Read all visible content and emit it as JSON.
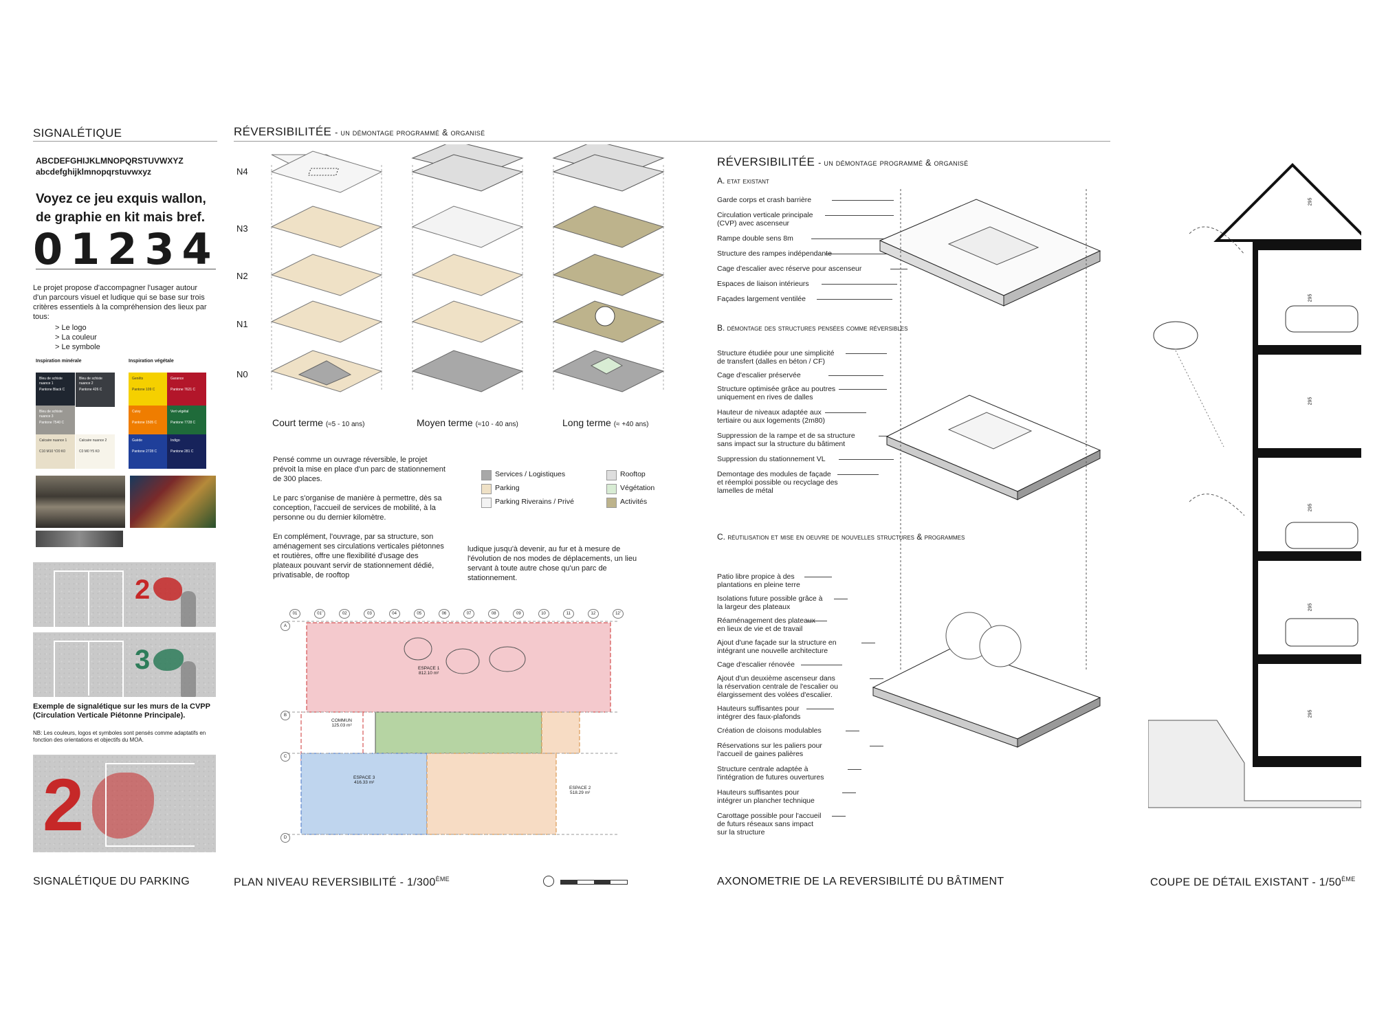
{
  "colors": {
    "services": "#a8a8a8",
    "parking": "#efe1c6",
    "riverains": "#f3f3f3",
    "rooftop": "#dedede",
    "vegetation": "#d8ecd4",
    "activites": "#bdb38c",
    "espace1": "#f4c9cd",
    "espace2": "#f7dcc4",
    "espace3": "#bfd5ee",
    "patio": "#b6d4a3",
    "sign_red": "#c62828",
    "sign_green": "#2e7d5a"
  },
  "signaletique": {
    "title": "SIGNALÉTIQUE",
    "alphabet_upper": "ABCDEFGHIJKLMNOPQRSTUVWXYZ",
    "alphabet_lower": "abcdefghijklmnopqrstuvwxyz",
    "pangram_line1": "Voyez ce jeu exquis wallon,",
    "pangram_line2": "de graphie en kit mais bref.",
    "digits": "01234",
    "intro": "Le projet propose d'accompagner l'usager autour d'un parcours visuel et ludique qui se base sur trois critères essentiels à la compréhension des lieux par tous:",
    "criteria": [
      "> Le logo",
      "> La couleur",
      "> Le symbole"
    ],
    "inspiration_mineral": "Inspiration minérale",
    "inspiration_vegetal": "Inspiration végétale",
    "swatches_mineral": [
      {
        "name": "Bleu de schiste nuance 1",
        "code": "Pantone Black C",
        "color": "#1f2630"
      },
      {
        "name": "Bleu de schiste nuance 2",
        "code": "Pantone 426 C",
        "color": "#3a3d42"
      },
      {
        "name": "Bleu de schiste nuance 3",
        "code": "Pantone 7540 C",
        "color": "#9a9893"
      },
      {
        "name": "Calcaire nuance 1",
        "code": "C10 M10 Y20 K0",
        "color": "#e8dfc9"
      },
      {
        "name": "Calcaire nuance 2",
        "code": "C0 M0 Y5 K0",
        "color": "#f7f4ea"
      }
    ],
    "swatches_vegetal": [
      {
        "name": "Genêts",
        "code": "Pantone 109 C",
        "color": "#f5d000"
      },
      {
        "name": "Garance",
        "code": "Pantone 7621 C",
        "color": "#b3162a"
      },
      {
        "name": "Cuivy",
        "code": "Pantone 1505 C",
        "color": "#ef7d00"
      },
      {
        "name": "Vert végétal",
        "code": "Pantone 7728 C",
        "color": "#1f6b3a"
      },
      {
        "name": "Guède",
        "code": "Pantone 2728 C",
        "color": "#1f3f9a"
      },
      {
        "name": "Indigo",
        "code": "Pantone 281 C",
        "color": "#17235b"
      }
    ],
    "sign_digit_2": "2",
    "sign_digit_3": "3",
    "example_caption": "Exemple de signalétique sur les murs de la CVPP (Circulation Verticale Piétonne Principale).",
    "nb_note": "NB: Les couleurs, logos et symboles sont pensés comme adaptatifs en fonction des orientations et objectifs du MOA.",
    "big_digit": "2",
    "bottom_title": "SIGNALÉTIQUE DU PARKING"
  },
  "reversibilite_left": {
    "title": "RÉVERSIBILITÉE",
    "subtitle": "- un démontage programmé & organisé",
    "levels": [
      "N4",
      "N3",
      "N2",
      "N1",
      "N0"
    ],
    "stages": [
      {
        "name": "Court terme",
        "range": "(≈5 - 10 ans)"
      },
      {
        "name": "Moyen terme",
        "range": "(≈10 - 40 ans)"
      },
      {
        "name": "Long terme",
        "range": "(≈ +40 ans)"
      }
    ],
    "para1": "Pensé comme un ouvrage réversible, le projet prévoit la mise en place d'un parc de stationnement de 300 places.",
    "para2": "Le parc s'organise de manière à permettre, dès sa conception, l'accueil de services de mobilité, à la personne ou du dernier kilomètre.",
    "para3": "En complément, l'ouvrage, par sa structure, son aménagement ses circulations verticales piétonnes et routières, offre une flexibilité d'usage des plateaux pouvant servir de stationnement dédié, privatisable, de rooftop",
    "para4": "ludique jusqu'à devenir, au fur et à mesure de l'évolution de nos modes de déplacements, un lieu servant à toute autre chose qu'un parc de stationnement.",
    "legend": [
      {
        "label": "Services / Logistiques",
        "key": "services"
      },
      {
        "label": "Parking",
        "key": "parking"
      },
      {
        "label": "Parking Riverains / Privé",
        "key": "riverains"
      },
      {
        "label": "Rooftop",
        "key": "rooftop"
      },
      {
        "label": "Végétation",
        "key": "vegetation"
      },
      {
        "label": "Activités",
        "key": "activites"
      }
    ],
    "plan_cols": [
      "01",
      "01'",
      "02",
      "03",
      "04",
      "05",
      "06",
      "07",
      "08",
      "09",
      "10",
      "11",
      "12",
      "12'"
    ],
    "plan_rows": [
      "A",
      "B",
      "C",
      "D"
    ],
    "spaces": [
      {
        "name": "ESPACE 1",
        "area": "812.10 m²"
      },
      {
        "name": "ESPACE 2",
        "area": "518.29 m²"
      },
      {
        "name": "ESPACE 3",
        "area": "416.33 m²"
      },
      {
        "name": "COMMUN",
        "area": "125.03 m²"
      }
    ],
    "bottom_title": "PLAN NIVEAU REVERSIBILITÉ - 1/300",
    "bottom_title_sup": "ÈME"
  },
  "axonometrie": {
    "title": "RÉVERSIBILITÉE",
    "subtitle": "- un démontage programmé & organisé",
    "section_a": "A. etat existant",
    "labels_a": [
      "Garde corps et crash barrière",
      "Circulation verticale principale",
      "(CVP) avec ascenseur",
      "Rampe double sens 8m",
      "Structure des rampes indépendante",
      "Cage d'escalier avec réserve pour ascenseur",
      "Espaces de liaison intérieurs",
      "Façades largement ventilée"
    ],
    "section_b": "B. démontage des structures pensées comme réversibles",
    "labels_b": [
      "Structure étudiée pour une simplicité",
      "de transfert (dalles en béton / CF)",
      "Cage d'escalier préservée",
      "Structure optimisée grâce au poutres",
      "uniquement en rives de dalles",
      "Hauteur de niveaux adaptée aux",
      "tertiaire ou aux logements (2m80)",
      "Suppression de la rampe et de sa structure",
      "sans impact sur la structure du bâtiment",
      "Suppression du stationnement VL",
      "Demontage des modules de façade",
      "et réemploi possible ou recyclage des",
      "lamelles de métal"
    ],
    "section_c": "C. réutilisation et mise en oeuvre de nouvelles structures & programmes",
    "labels_c": [
      "Patio libre propice à des",
      "plantations en pleine terre",
      "Isolations future possible grâce à",
      "la largeur des plateaux",
      "Réaménagement des plateaux",
      "en lieux de vie et de travail",
      "Ajout d'une façade sur la structure en",
      "intégrant une nouvelle architecture",
      "Cage d'escalier rénovée",
      "Ajout d'un deuxième ascenseur dans",
      "la réservation centrale de l'escalier ou",
      "élargissement des volées d'escalier.",
      "Hauteurs suffisantes pour",
      "intégrer des faux-plafonds",
      "Création de cloisons modulables",
      "Réservations sur les paliers pour",
      "l'accueil de gaines palières",
      "Structure centrale adaptée à",
      "l'intégration de futures ouvertures",
      "Hauteurs suffisantes pour",
      "intégrer un plancher technique",
      "Carottage possible pour l'accueil",
      "de futurs réseaux sans impact",
      "sur la structure"
    ],
    "bottom_title": "AXONOMETRIE DE LA REVERSIBILITÉ DU BÂTIMENT"
  },
  "coupe": {
    "dims": [
      "295",
      "295",
      "295",
      "295",
      "295",
      "295"
    ],
    "bottom_title": "COUPE DE DÉTAIL EXISTANT - 1/50",
    "bottom_title_sup": "ÈME"
  }
}
